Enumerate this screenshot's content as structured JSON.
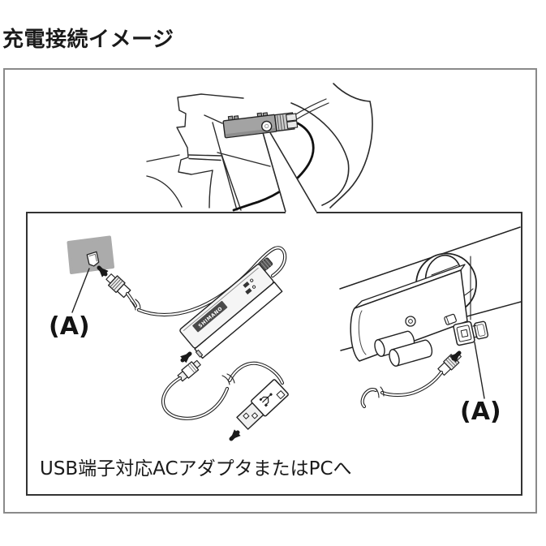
{
  "page": {
    "title": "充電接続イメージ"
  },
  "diagram": {
    "labels": {
      "left_port": "(A)",
      "right_port": "(A)"
    },
    "caption": "USB端子対応ACアダプタまたはPCへ",
    "charger_brand": "SHIMANO",
    "colors": {
      "outer_border": "#8a8a8a",
      "inner_border": "#333333",
      "line_art": "#222222",
      "junction_gray": "#a3a3a3",
      "panel_gray": "#ababab",
      "text": "#1a1a1a"
    }
  }
}
